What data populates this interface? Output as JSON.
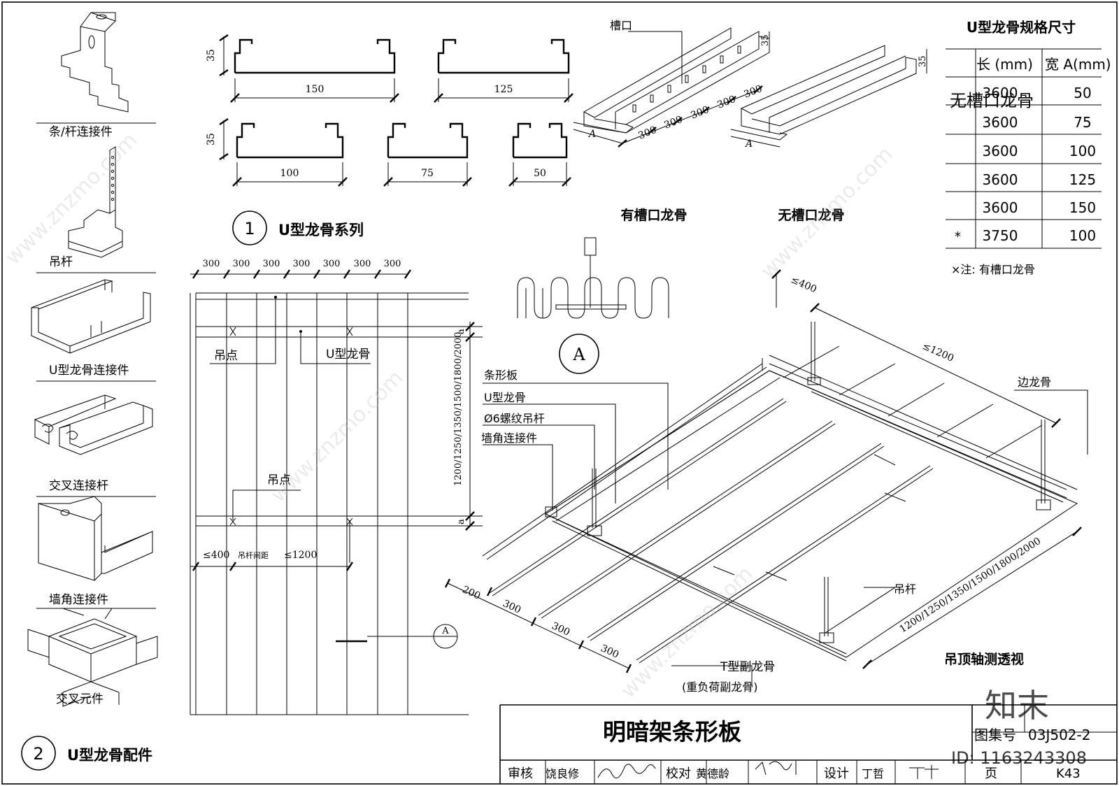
{
  "accessories": {
    "item1": "条/杆连接件",
    "item2": "吊杆",
    "item3": "U型龙骨连接件",
    "item4": "交叉连接杆",
    "item5": "墙角连接件",
    "item6": "交叉元件",
    "circle_num": "2",
    "title": "U型龙骨配件"
  },
  "profiles": {
    "height": "35",
    "w150": "150",
    "w125": "125",
    "w100": "100",
    "w75": "75",
    "w50": "50",
    "circle_num": "1",
    "title": "U型龙骨系列"
  },
  "iso_channels": {
    "slot_label": "槽口",
    "h35a": "35",
    "h35b": "35",
    "dims": [
      "300",
      "300",
      "300",
      "300",
      "300"
    ],
    "a_label1": "A",
    "a_label2": "A",
    "with_slot": "有槽口龙骨",
    "no_slot": "无槽口龙骨"
  },
  "spec_table": {
    "title": "U型龙骨规格尺寸",
    "col1": "长 (mm)",
    "col2": "宽 A(mm)",
    "overlay": "无槽口龙骨",
    "rows": [
      {
        "mark": "",
        "len": "3600",
        "width": "50"
      },
      {
        "mark": "",
        "len": "3600",
        "width": "75"
      },
      {
        "mark": "",
        "len": "3600",
        "width": "100"
      },
      {
        "mark": "",
        "len": "3600",
        "width": "125"
      },
      {
        "mark": "",
        "len": "3600",
        "width": "150"
      },
      {
        "mark": "*",
        "len": "3750",
        "width": "100"
      }
    ],
    "note": "×注: 有槽口龙骨"
  },
  "plan": {
    "dims_top": [
      "300",
      "300",
      "300",
      "300",
      "300",
      "300",
      "300"
    ],
    "hang_point": "吊点",
    "u_channel": "U型龙骨",
    "hang_point2": "吊点",
    "vertical_dim": "1200/1250/1350/1500/1800/2000",
    "a1": "a",
    "a2": "a",
    "d400": "≤400",
    "rod_spacing": "吊杆间距",
    "d1200": "≤1200",
    "section_mark": "A"
  },
  "detail_a": {
    "label": "A"
  },
  "iso_ceiling": {
    "labels": [
      "条形板",
      "U型龙骨",
      "Ø6螺纹吊杆",
      "墙角连接件"
    ],
    "d400": "≤400",
    "d1200": "≤1200",
    "edge": "边龙骨",
    "rod": "吊杆",
    "long_dim": "1200/1250/1350/1500/1800/2000",
    "d200": "200",
    "d300a": "300",
    "d300b": "300",
    "d300c": "300",
    "t_sub": "T型副龙骨",
    "t_sub2": "(重负荷副龙骨)",
    "caption": "吊顶轴测透视"
  },
  "title_block": {
    "name": "明暗架条形板",
    "atlas_label": "图集号",
    "atlas_no": "03J502-2",
    "review": "审核",
    "reviewer": "饶良修",
    "check": "校对",
    "checker": "黄德龄",
    "design": "设计",
    "designer": "丁哲",
    "page_label": "页",
    "page_no": "K43"
  },
  "watermark": {
    "logo": "知末",
    "id": "ID: 1163243308",
    "site": "www.znzmo.com"
  }
}
